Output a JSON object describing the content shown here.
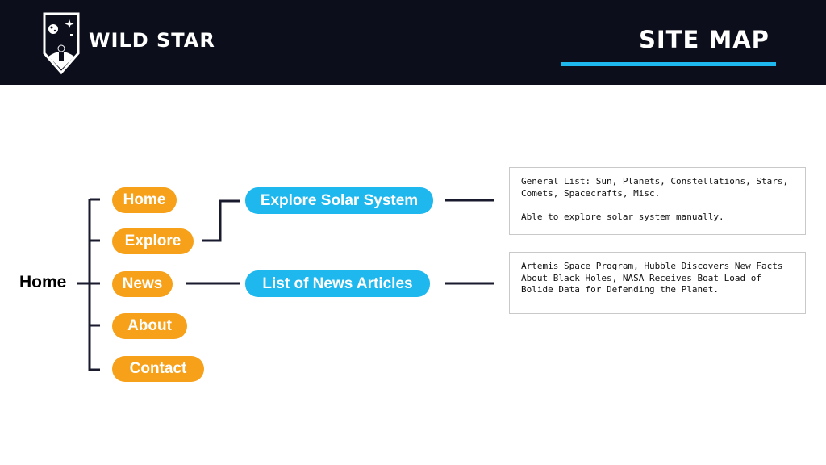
{
  "header": {
    "brand": "WILD STAR",
    "title": "SITE MAP",
    "logo_icon": "shield-astronaut-icon"
  },
  "sitemap": {
    "root": "Home",
    "nav_items": [
      "Home",
      "Explore",
      "News",
      "About",
      "Contact"
    ],
    "sub_pages": {
      "explore": "Explore Solar System",
      "news": "List of News Articles"
    },
    "descriptions": {
      "explore": "General List: Sun, Planets, Constellations, Stars,\nComets, Spacecrafts, Misc.\n\nAble to explore solar system manually.",
      "news": "Artemis Space Program, Hubble Discovers New Facts\nAbout Black Holes, NASA Receives Boat Load of\nBolide Data for Defending the Planet."
    }
  },
  "colors": {
    "header_bg": "#0c0f1b",
    "accent_blue": "#1fb8ee",
    "accent_orange": "#f7a11a",
    "connector": "#1a1a2e"
  }
}
